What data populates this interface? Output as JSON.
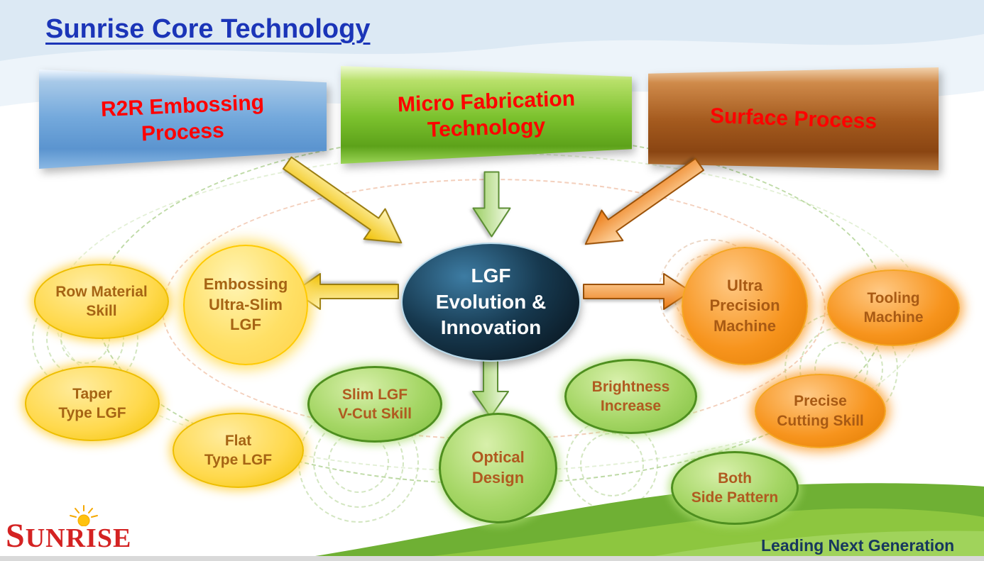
{
  "title": "Sunrise Core Technology",
  "banners": {
    "r2r": {
      "lines": [
        "R2R Embossing",
        "Process"
      ]
    },
    "micro": {
      "lines": [
        "Micro Fabrication",
        "Technology"
      ]
    },
    "surface": {
      "lines": [
        "Surface Process"
      ]
    }
  },
  "center": {
    "lines": [
      "LGF",
      "Evolution &",
      "Innovation"
    ]
  },
  "nodes": {
    "row_material": {
      "lines": [
        "Row Material",
        "Skill"
      ]
    },
    "embossing": {
      "lines": [
        "Embossing",
        "Ultra-Slim",
        "LGF"
      ]
    },
    "taper": {
      "lines": [
        "Taper",
        "Type LGF"
      ]
    },
    "flat": {
      "lines": [
        "Flat",
        "Type LGF"
      ]
    },
    "slim_lgf": {
      "lines": [
        "Slim LGF",
        "V-Cut Skill"
      ]
    },
    "optical": {
      "lines": [
        "Optical",
        "Design"
      ]
    },
    "brightness": {
      "lines": [
        "Brightness",
        "Increase"
      ]
    },
    "both_side": {
      "lines": [
        "Both",
        "Side Pattern"
      ]
    },
    "ultra_precision": {
      "lines": [
        "Ultra",
        "Precision",
        "Machine"
      ]
    },
    "tooling": {
      "lines": [
        "Tooling",
        "Machine"
      ]
    },
    "precise_cutting": {
      "lines": [
        "Precise",
        "Cutting Skill"
      ]
    }
  },
  "footer": {
    "logo": "SUNRISE",
    "tagline": "Leading Next Generation"
  },
  "colors": {
    "title_blue": "#1b35b8",
    "banner_text_red": "#ff0000",
    "banner_blue": "#6fa8dc",
    "banner_green": "#7cc22e",
    "banner_brown": "#a45a1e",
    "center_fill": "#122b3c",
    "center_text": "#ffffff",
    "node_yellow": "#ffd84d",
    "node_green": "#a5d665",
    "node_orange": "#f7941d",
    "node_text_brown": "#a66414",
    "node_text_rust": "#b05a20",
    "hill_green": "#8dc63f",
    "logo_red": "#d42222",
    "tagline_navy": "#17375e",
    "tagline_underline": "#ff0000"
  }
}
